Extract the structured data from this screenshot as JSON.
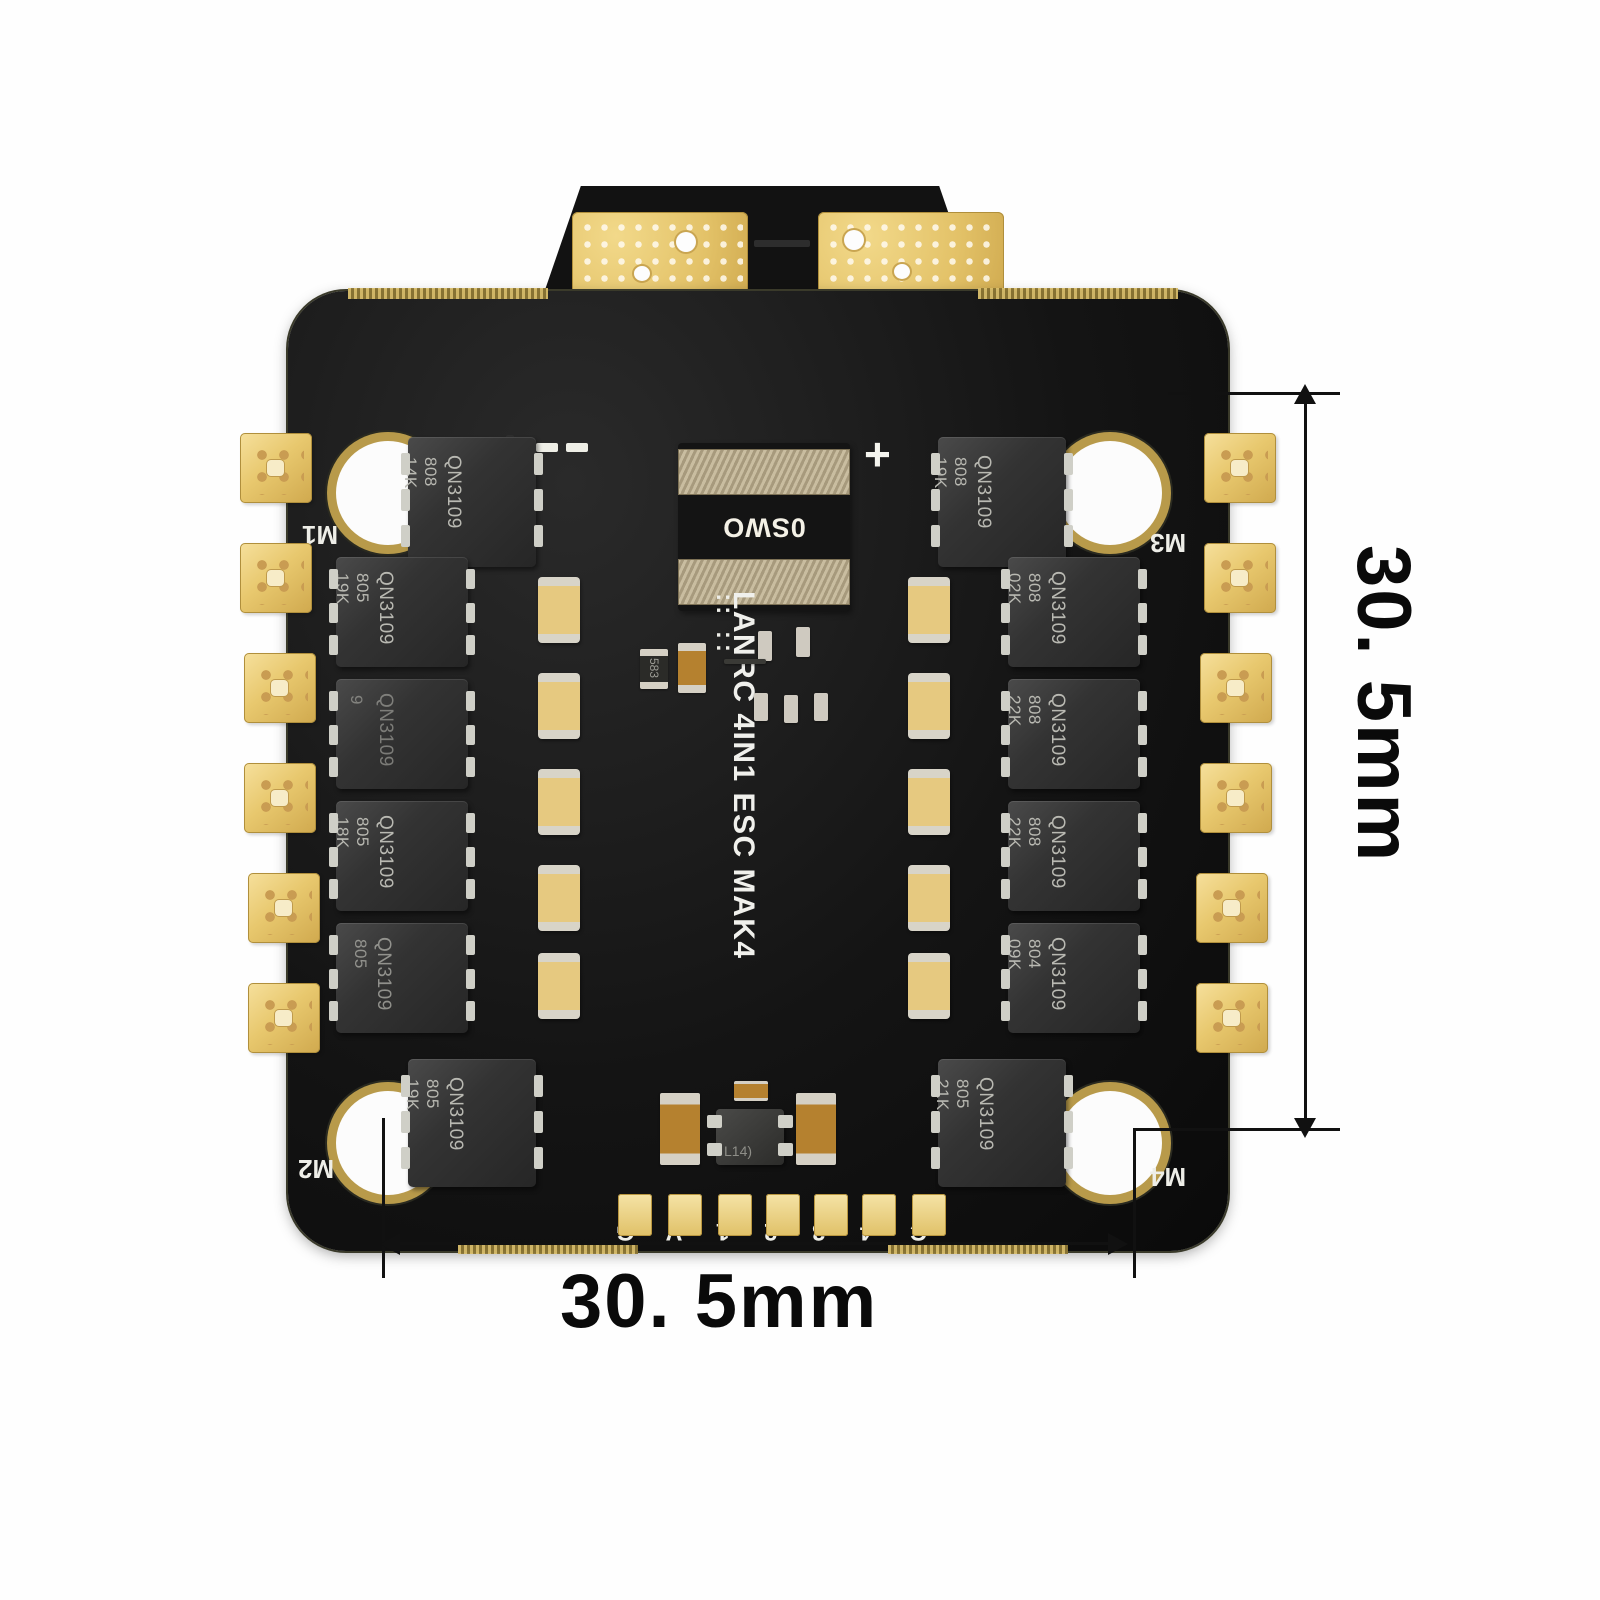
{
  "scene": {
    "kind": "product-photo",
    "subject": "LANRC 4IN1 ESC MAK4 flight-controller ESC board",
    "background_color": "#ffffff",
    "pcb_color": "#121212",
    "pad_gold": "#e8c86e",
    "silk_white": "#f0f0ec"
  },
  "dimensions": {
    "vertical_label": "30. 5mm",
    "horizontal_label": "30. 5mm"
  },
  "silkscreen": {
    "main_text": "LANRC 4IN1 ESC MAK4",
    "dot_matrix": ":: ::",
    "plus_marker": "+",
    "motor_labels": {
      "m1": "M1",
      "m2": "M2",
      "m3": "M3",
      "m4": "M4"
    },
    "bottom_pads": [
      "G",
      "V",
      "1",
      "2",
      "3",
      "4",
      "C"
    ],
    "sot_marking": "L14)"
  },
  "components": {
    "inductor_label": "0SWO",
    "mosfets": [
      {
        "id": "q-top-left",
        "part": "QN3109",
        "code": "808",
        "lot": "14K"
      },
      {
        "id": "q-top-right",
        "part": "QN3109",
        "code": "808",
        "lot": "19K"
      },
      {
        "id": "q-left-1",
        "part": "QN3109",
        "code": "805",
        "lot": "19K"
      },
      {
        "id": "q-left-2",
        "part": "QN3109",
        "code": "",
        "lot": "9"
      },
      {
        "id": "q-left-3",
        "part": "QN3109",
        "code": "805",
        "lot": "18K"
      },
      {
        "id": "q-left-4",
        "part": "QN3109",
        "code": "805",
        "lot": ""
      },
      {
        "id": "q-right-1",
        "part": "QN3109",
        "code": "808",
        "lot": "02K"
      },
      {
        "id": "q-right-2",
        "part": "QN3109",
        "code": "808",
        "lot": "22K"
      },
      {
        "id": "q-right-3",
        "part": "QN3109",
        "code": "808",
        "lot": "22K"
      },
      {
        "id": "q-right-4",
        "part": "QN3109",
        "code": "804",
        "lot": "09K"
      },
      {
        "id": "q-bottom-left",
        "part": "QN3109",
        "code": "805",
        "lot": "19K"
      },
      {
        "id": "q-bottom-right",
        "part": "QN3109",
        "code": "805",
        "lot": "21K"
      }
    ],
    "resistor_marking": "583",
    "mounting_hole_count": 4,
    "motor_pads_per_side": 6,
    "battery_pad_count": 2,
    "signal_pad_count": 7,
    "ceramic_cap_count_left": 5,
    "ceramic_cap_count_right": 5
  }
}
